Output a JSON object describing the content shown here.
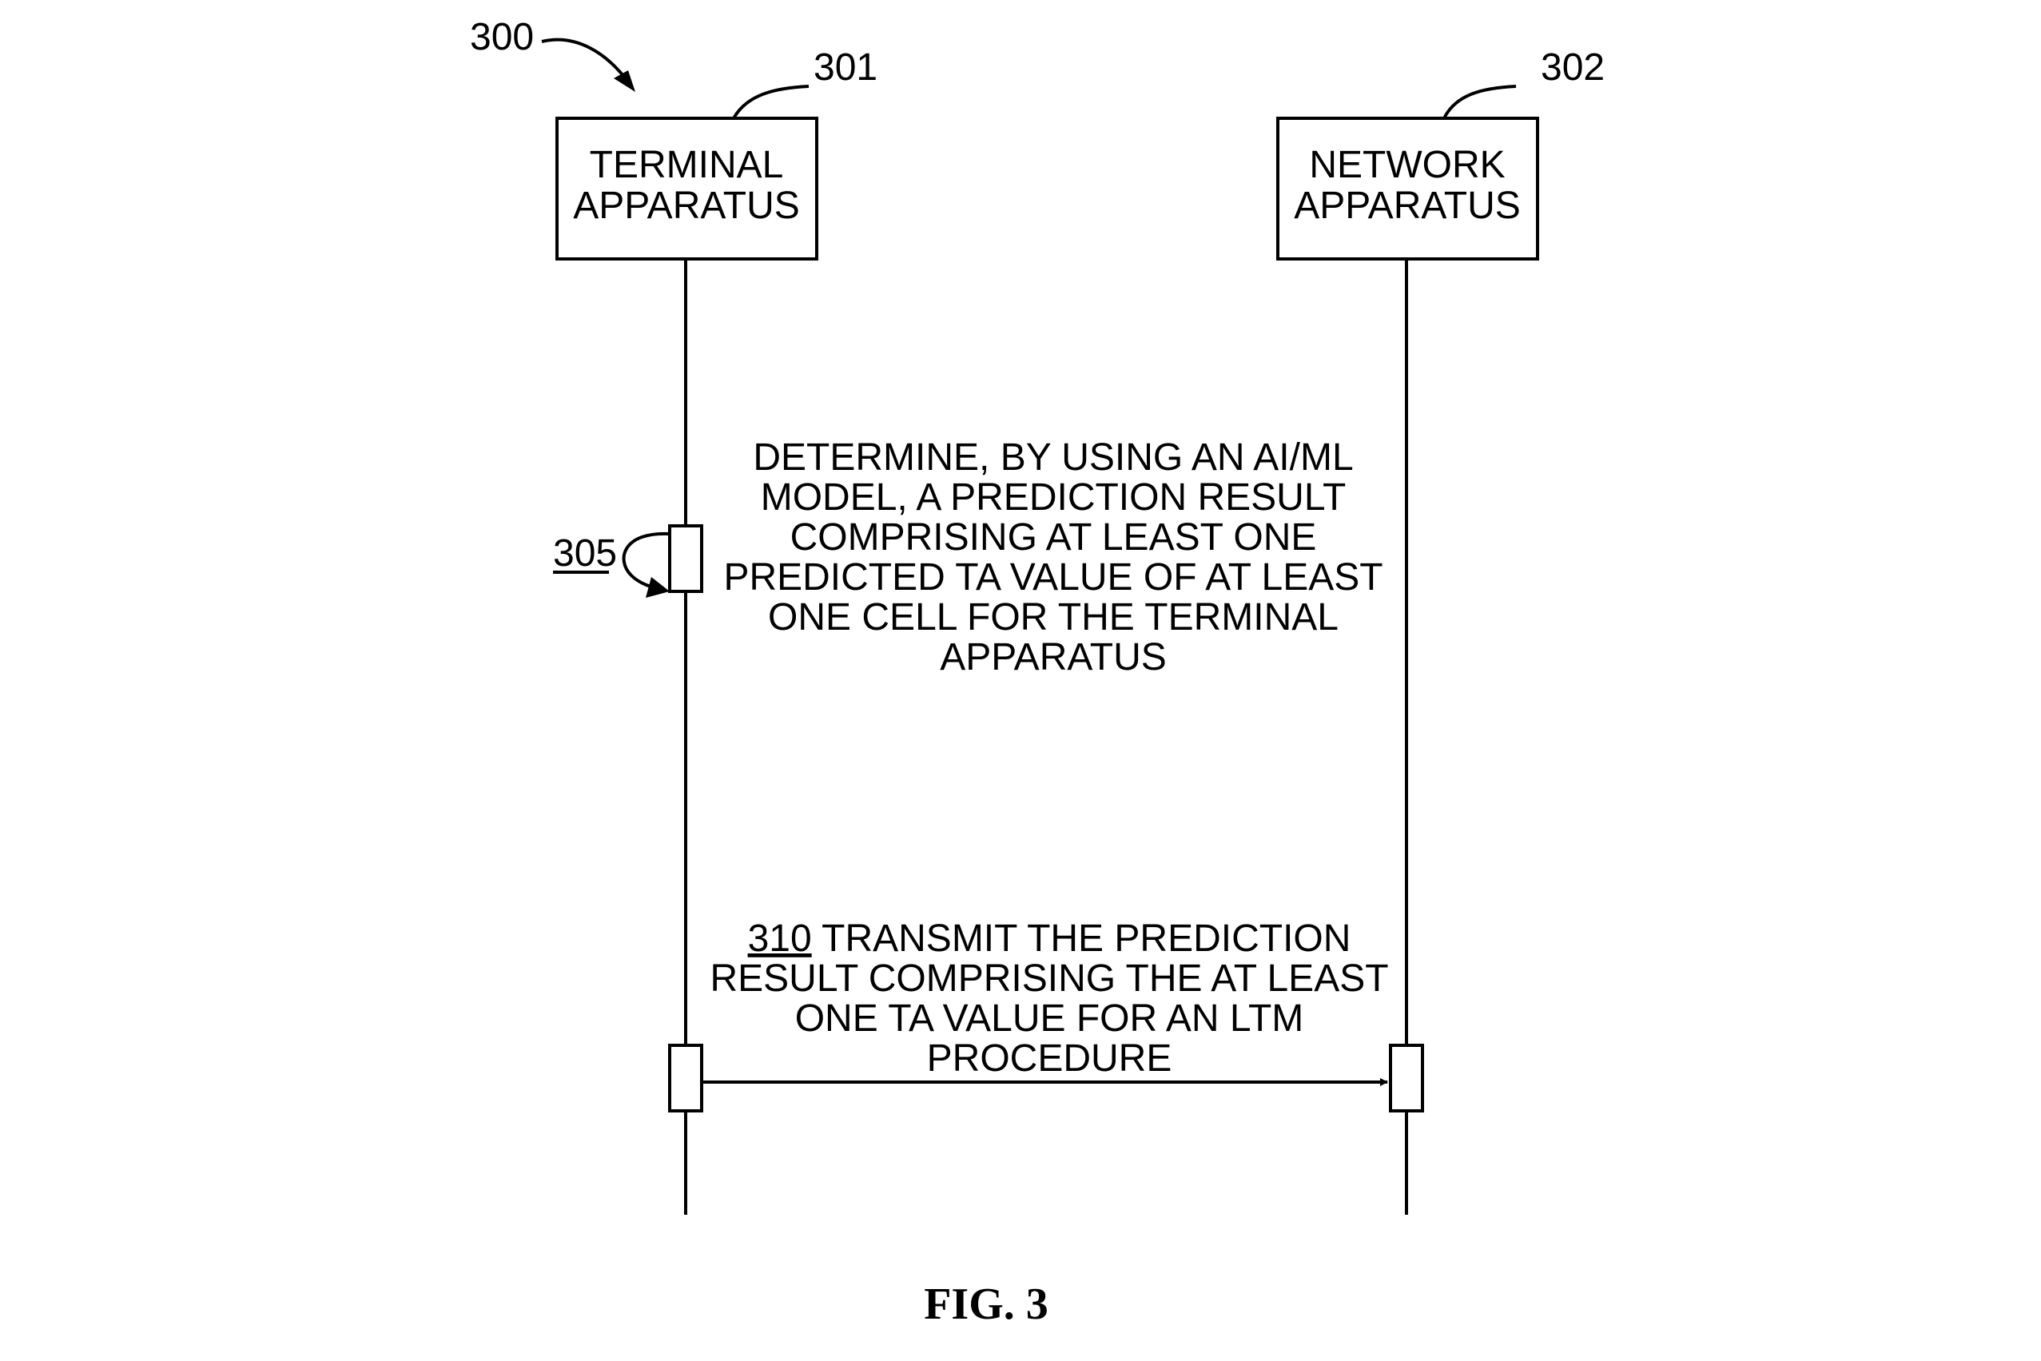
{
  "figure": {
    "ref_main": "300",
    "caption": "FIG. 3"
  },
  "entities": {
    "terminal": {
      "ref": "301",
      "line1": "TERMINAL",
      "line2": "APPARATUS"
    },
    "network": {
      "ref": "302",
      "line1": "NETWORK",
      "line2": "APPARATUS"
    }
  },
  "steps": {
    "step305": {
      "ref": "305",
      "lines": [
        "DETERMINE, BY USING AN AI/ML",
        "MODEL, A PREDICTION RESULT",
        "COMPRISING AT LEAST ONE",
        "PREDICTED TA VALUE OF AT LEAST",
        "ONE CELL FOR THE TERMINAL",
        "APPARATUS"
      ]
    },
    "step310": {
      "ref": "310",
      "line1_rest": " TRANSMIT THE PREDICTION",
      "lines": [
        "RESULT COMPRISING THE AT LEAST",
        "ONE TA VALUE FOR AN LTM",
        "PROCEDURE"
      ]
    }
  },
  "colors": {
    "ink": "#000000",
    "paper": "#ffffff"
  }
}
